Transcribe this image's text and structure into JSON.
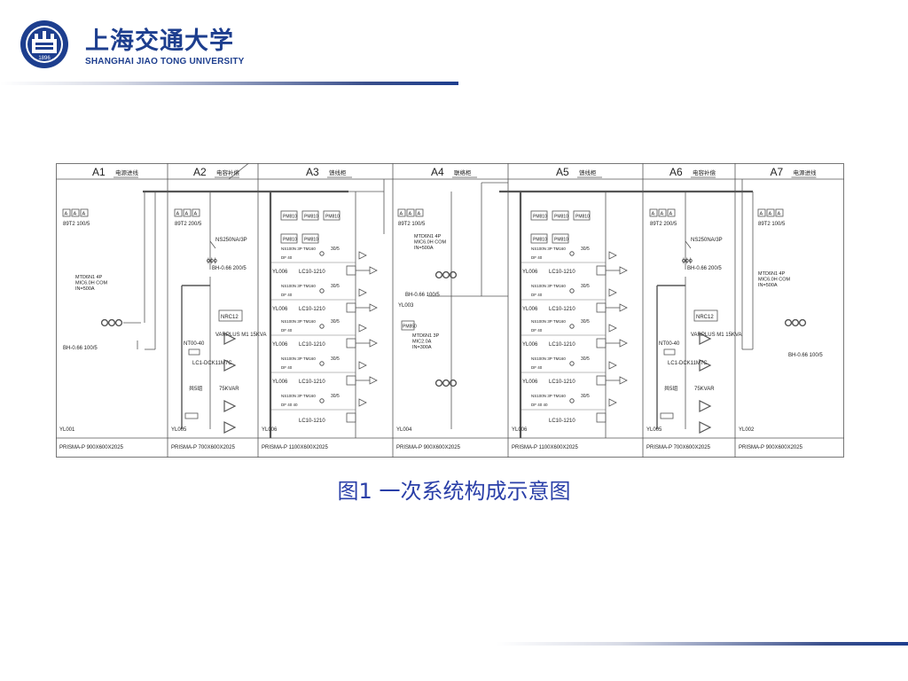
{
  "header": {
    "logo_year": "1896",
    "university_cn": "上海交通大学",
    "university_en": "SHANGHAI  JIAO TONG  UNIVERSITY"
  },
  "colors": {
    "brand": "#1d3e8e",
    "caption": "#2a3fa8",
    "line": "#555555"
  },
  "diagram": {
    "panels": [
      {
        "id": "A1",
        "title": "电源进线",
        "bottom": "PRISMA-P   900X600X2025",
        "bus": "YL001"
      },
      {
        "id": "A2",
        "title": "电容补偿",
        "bottom": "PRISMA-P   700X600X2025",
        "bus": "YL005"
      },
      {
        "id": "A3",
        "title": "馈线柜",
        "bottom": "PRISMA-P   1100X600X2025",
        "bus": "YL006"
      },
      {
        "id": "A4",
        "title": "联络柜",
        "bottom": "PRISMA-P   900X600X2025",
        "bus": "YL004"
      },
      {
        "id": "A5",
        "title": "馈线柜",
        "bottom": "PRISMA-P   1100X600X2025",
        "bus": "YL006"
      },
      {
        "id": "A6",
        "title": "电容补偿",
        "bottom": "PRISMA-P   700X600X2025",
        "bus": "YL005"
      },
      {
        "id": "A7",
        "title": "电源进线",
        "bottom": "PRISMA-P   900X600X2025",
        "bus": "YL002"
      }
    ],
    "a1": {
      "ct": "89T2 100/5",
      "breaker": [
        "MTD6N1 4P",
        "MIC6.0H COM",
        "IN=500A"
      ],
      "meter": "BH-0.66 100/5"
    },
    "a2": {
      "ct": "89T2 200/5",
      "switch": "NS250NA/3P",
      "ct2": "BH-0.66 200/5",
      "ctrl": "NRC12",
      "varplus": "VARPLUS M1 15KVA",
      "nt": "NT00-40",
      "lc": "LC1-DCK11M7C",
      "cap": "75KVAR",
      "cap_label": "共5组"
    },
    "a4": {
      "ct": "89T2 100/5",
      "breaker": [
        "MTD6N1 4P",
        "MIC6.0H COM",
        "IN=500A"
      ],
      "meter": "BH-0.66 100/5",
      "bus2": "YL003",
      "pm": "PM850",
      "breaker2": [
        "MTD6N1 3P",
        "MIC2.0A",
        "IN=300A"
      ]
    },
    "a6": {
      "ct": "89T2 200/5",
      "switch": "NS250NA/3P",
      "ct2": "BH-0.66 200/5",
      "ctrl": "NRC12",
      "varplus": "VARPLUS M1 15KVA",
      "nt": "NT00-40",
      "lc": "LC1-DCK11M7C",
      "cap": "75KVAR",
      "cap_label": "共5组"
    },
    "a7": {
      "ct": "89T2 100/5",
      "breaker": [
        "MTD6N1 4P",
        "MIC6.0H COM",
        "IN=500A"
      ],
      "meter": "BH-0.66 100/5"
    },
    "feeder": {
      "pm": "PM810",
      "breaker": "NS100N 3P TM160",
      "ct": "30/5",
      "df": "DF 40",
      "yl": "YL006",
      "lc": "LC10-1210",
      "df_last": "DF 40 40"
    }
  },
  "caption": "图1 一次系统构成示意图"
}
